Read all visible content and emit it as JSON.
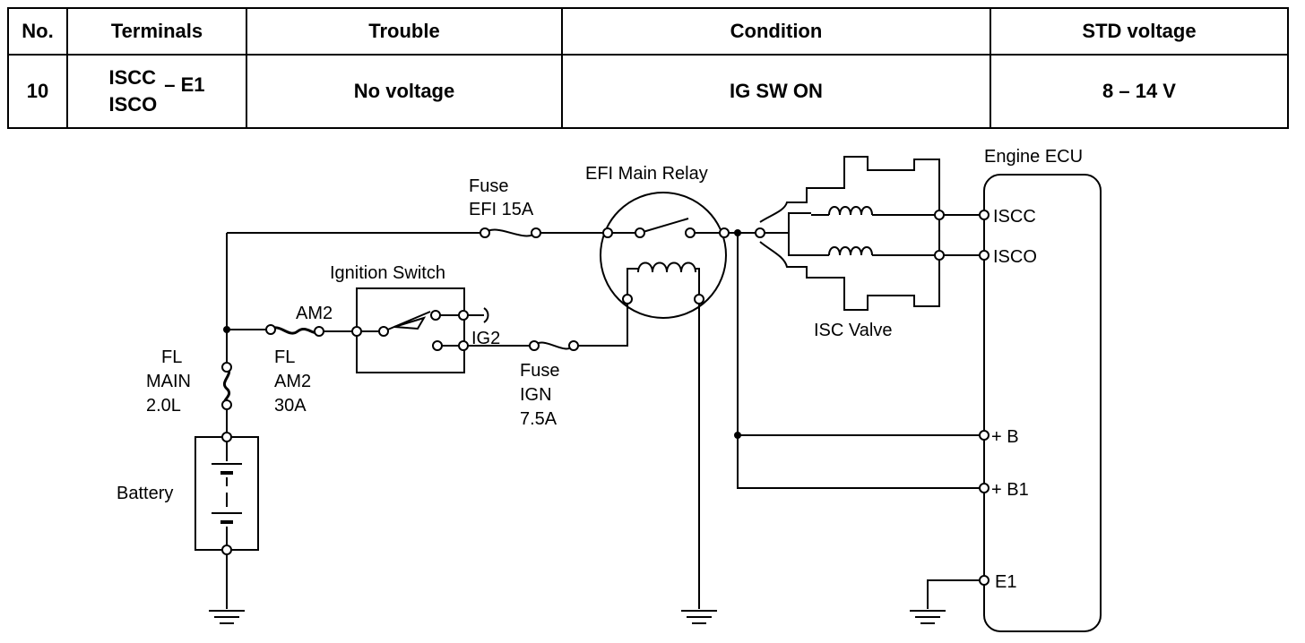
{
  "table": {
    "headers": [
      "No.",
      "Terminals",
      "Trouble",
      "Condition",
      "STD voltage"
    ],
    "row": {
      "no": "10",
      "terminal_top": "ISCC",
      "terminal_bottom": "ISCO",
      "terminal_suffix": "– E1",
      "trouble": "No voltage",
      "condition": "IG SW ON",
      "std_voltage": "8 – 14 V"
    }
  },
  "diagram": {
    "fuse_efi_title": "Fuse",
    "fuse_efi_value": "EFI 15A",
    "efi_main_relay": "EFI Main Relay",
    "engine_ecu": "Engine ECU",
    "ignition_switch": "Ignition Switch",
    "am2": "AM2",
    "ig2": "IG2",
    "fl_main_1": "FL",
    "fl_main_2": "MAIN",
    "fl_main_3": "2.0L",
    "fl_am2_1": "FL",
    "fl_am2_2": "AM2",
    "fl_am2_3": "30A",
    "fuse_ign_1": "Fuse",
    "fuse_ign_2": "IGN",
    "fuse_ign_3": "7.5A",
    "battery": "Battery",
    "isc_valve": "ISC Valve",
    "pin_iscc": "ISCC",
    "pin_isco": "ISCO",
    "pin_b": "+ B",
    "pin_b1": "+ B1",
    "pin_e1": "E1"
  }
}
